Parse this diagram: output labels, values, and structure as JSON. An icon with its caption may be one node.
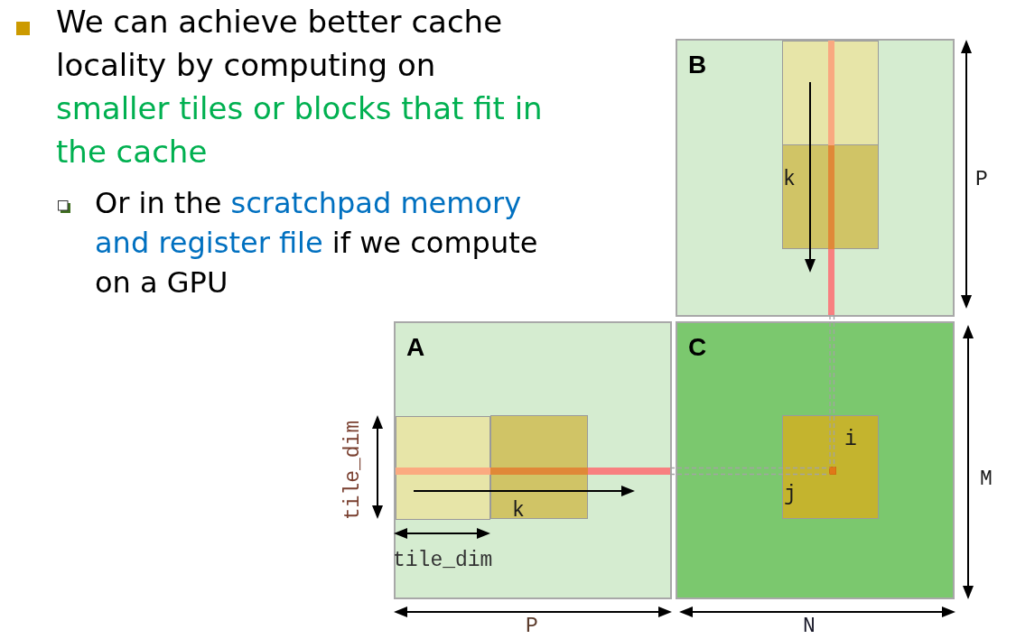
{
  "diagram": {
    "nodes": [
      {
        "text": [
          "B"
        ]
      },
      {
        "text": [],
        "shape": "box",
        "in": 0
      },
      {
        "text": [],
        "shape": "box",
        "in": 0
      },
      {
        "text": [],
        "shape": "bar",
        "in": 0
      },
      {
        "text": [
          "A"
        ]
      },
      {
        "text": [],
        "shape": "box",
        "in": 4
      },
      {
        "text": [],
        "shape": "box",
        "in": 4
      },
      {
        "text": [],
        "shape": "bar",
        "in": 4
      },
      {
        "text": [
          "C"
        ]
      },
      {
        "text": [],
        "shape": "box",
        "in": 8
      },
      {
        "text": [],
        "shape": "box",
        "in": 9
      }
    ],
    "edges": [
      {
        "from": 3,
        "to": 10,
        "arrow": "none",
        "style": "dashed"
      },
      {
        "from": 7,
        "to": 10,
        "arrow": "none",
        "style": "dashed"
      }
    ],
    "labels": [
      "We can achieve better cache locality by computing on",
      "smaller tiles or blocks that fit in the cache",
      "Or in the",
      "scratchpad memory and register file",
      "if we compute on a GPU",
      "k",
      "P",
      "tile_dim",
      "i",
      "M",
      "j",
      "k",
      "tile_dim",
      "P",
      "N"
    ]
  }
}
